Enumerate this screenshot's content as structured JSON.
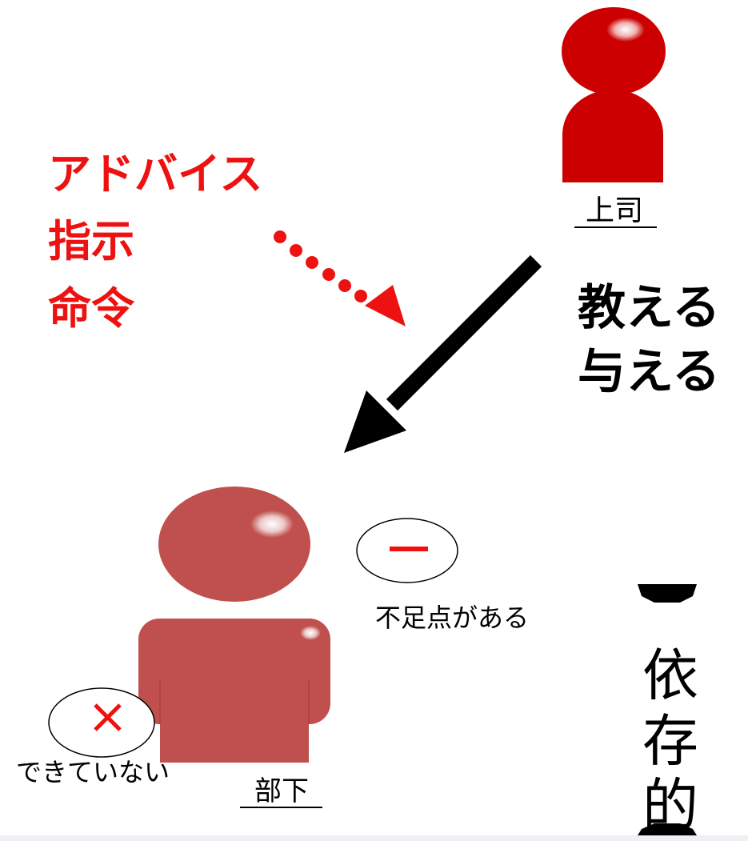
{
  "boss": {
    "label": "上司",
    "color": "#cc0000"
  },
  "subordinate": {
    "label": "部下",
    "color": "#c0504d"
  },
  "advice_lines": [
    "アドバイス",
    "指示",
    "命令"
  ],
  "advice_color": "#ee1111",
  "action_lines": [
    "教える",
    "与える"
  ],
  "minus_symbol": "ー",
  "minus_caption": "不足点がある",
  "cross_symbol": "×",
  "cross_caption": "できていない",
  "dependence": {
    "open_bracket": "【",
    "chars": [
      "依",
      "存",
      "的"
    ],
    "close_bracket": "】"
  },
  "mark_color": "#ee1111"
}
